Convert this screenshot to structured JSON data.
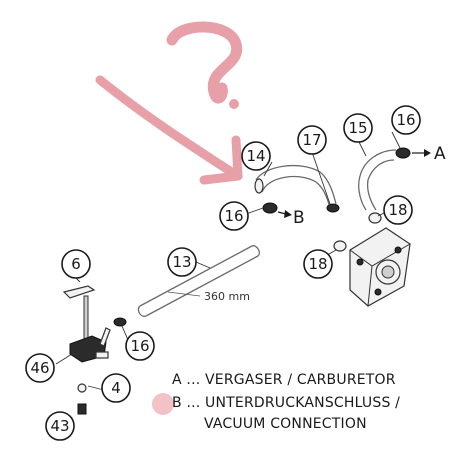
{
  "callouts": {
    "c14": "14",
    "c17": "17",
    "c15": "15",
    "c16a": "16",
    "c16b": "16",
    "c18a": "18",
    "c18b": "18",
    "c13": "13",
    "c6": "6",
    "c16c": "16",
    "c46": "46",
    "c4": "4",
    "c43": "43"
  },
  "connection_labels": {
    "a": "A",
    "b": "B"
  },
  "dimension_label": "360 mm",
  "legend": {
    "line_a": "A ... VERGASER / CARBURETOR",
    "line_b": "B ... UNTERDRUCKANSCHLUSS /",
    "line_c": "VACUUM CONNECTION"
  },
  "annotation": {
    "marker": "?",
    "color": "#e8a0a8"
  },
  "colors": {
    "line": "#1a1a1a",
    "annotation_pink": "#e8a0a8"
  }
}
